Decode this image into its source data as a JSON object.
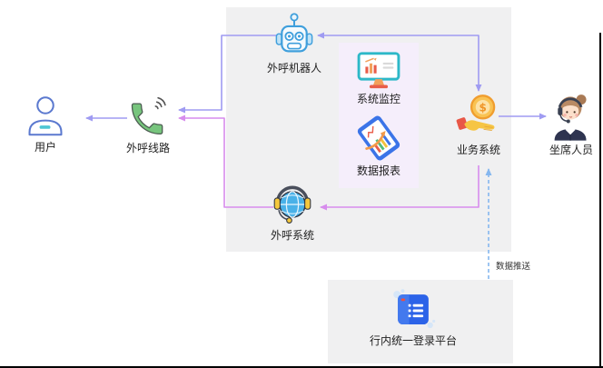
{
  "diagram": {
    "nodes": {
      "user": {
        "label": "用户",
        "icon": "person-icon"
      },
      "outbound_line": {
        "label": "外呼线路",
        "icon": "phone-icon"
      },
      "outbound_robot": {
        "label": "外呼机器人",
        "icon": "robot-icon"
      },
      "system_monitoring": {
        "label": "系统监控",
        "icon": "monitor-chart-icon"
      },
      "data_report": {
        "label": "数据报表",
        "icon": "tablet-chart-icon"
      },
      "business_system": {
        "label": "业务系统",
        "icon": "hand-coin-icon"
      },
      "agent_staff": {
        "label": "坐席人员",
        "icon": "agent-headset-icon"
      },
      "outbound_system": {
        "label": "外呼系统",
        "icon": "globe-headset-icon"
      },
      "unified_login_platform": {
        "label": "行内统一登录平台",
        "icon": "app-window-icon"
      }
    },
    "edge_labels": {
      "data_push": "数据推送"
    },
    "colors": {
      "arrow_purple": "#9f9bf2",
      "arrow_pink": "#d78ced",
      "arrow_dashed_blue": "#85b7ef",
      "panel_gray": "#f0f0f1",
      "panel_lavender": "#f5eefb",
      "label_text": "#1f1f1f"
    }
  }
}
